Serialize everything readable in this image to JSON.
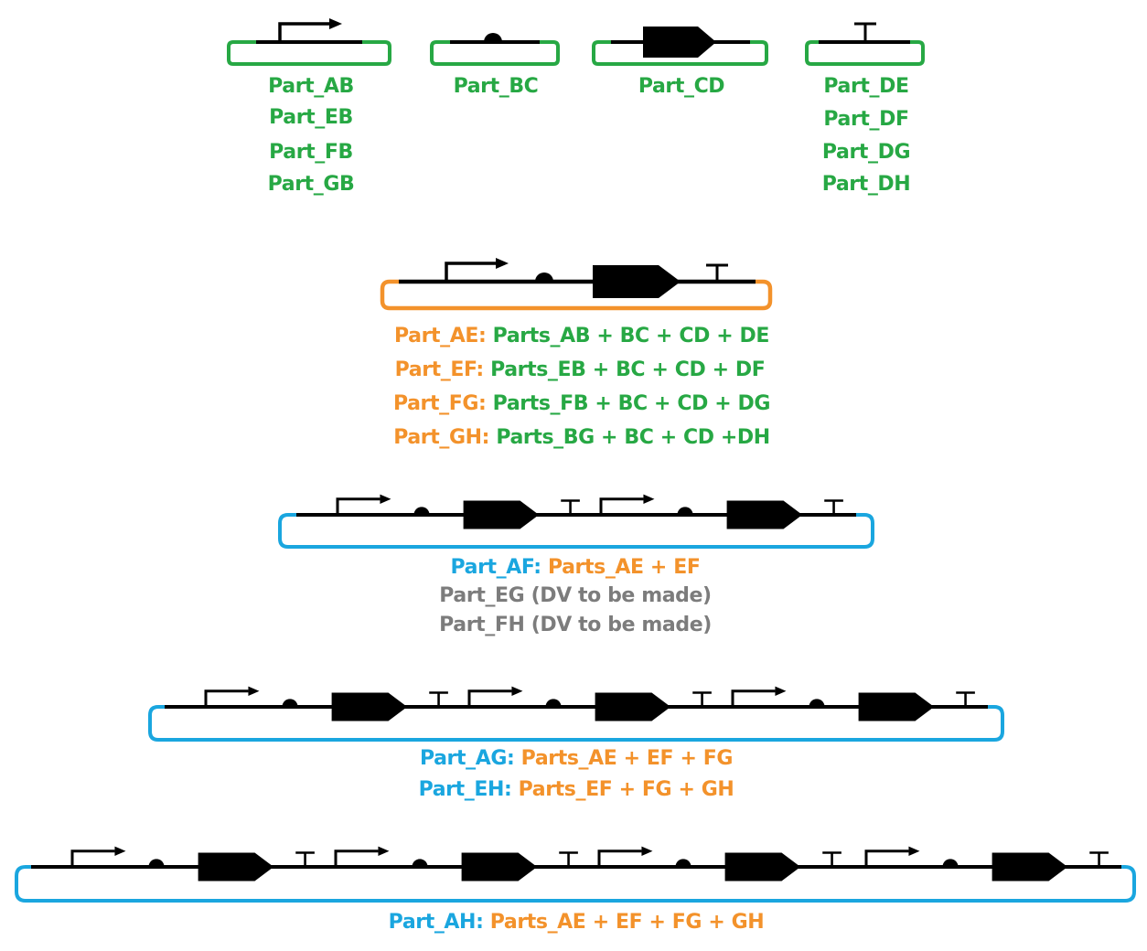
{
  "colors": {
    "green": "#27a844",
    "orange": "#f3922b",
    "blue": "#1aa6df",
    "gray": "#7c7c7c",
    "black": "#000000"
  },
  "level1": {
    "ab": [
      "Part_AB",
      "Part_EB",
      "Part_FB",
      "Part_GB"
    ],
    "bc": [
      "Part_BC"
    ],
    "cd": [
      "Part_CD"
    ],
    "de": [
      "Part_DE",
      "Part_DF",
      "Part_DG",
      "Part_DH"
    ]
  },
  "level2": [
    {
      "name": "Part_AE:",
      "parts": "Parts_AB + BC + CD + DE"
    },
    {
      "name": "Part_EF:",
      "parts": "Parts_EB + BC + CD + DF"
    },
    {
      "name": "Part_FG:",
      "parts": "Parts_FB + BC + CD + DG"
    },
    {
      "name": "Part_GH:",
      "parts": "Parts_BG + BC + CD +DH"
    }
  ],
  "level3": {
    "af_name": "Part_AF:",
    "af_parts": "Parts_AE + EF",
    "eg": "Part_EG (DV to be made)",
    "fh": "Part_FH (DV to be made)"
  },
  "level4": [
    {
      "name": "Part_AG:",
      "parts": "Parts_AE + EF + FG"
    },
    {
      "name": "Part_EH:",
      "parts": "Parts_EF + FG + GH"
    }
  ],
  "level5": {
    "name": "Part_AH:",
    "parts": "Parts_AE + EF + FG + GH"
  }
}
